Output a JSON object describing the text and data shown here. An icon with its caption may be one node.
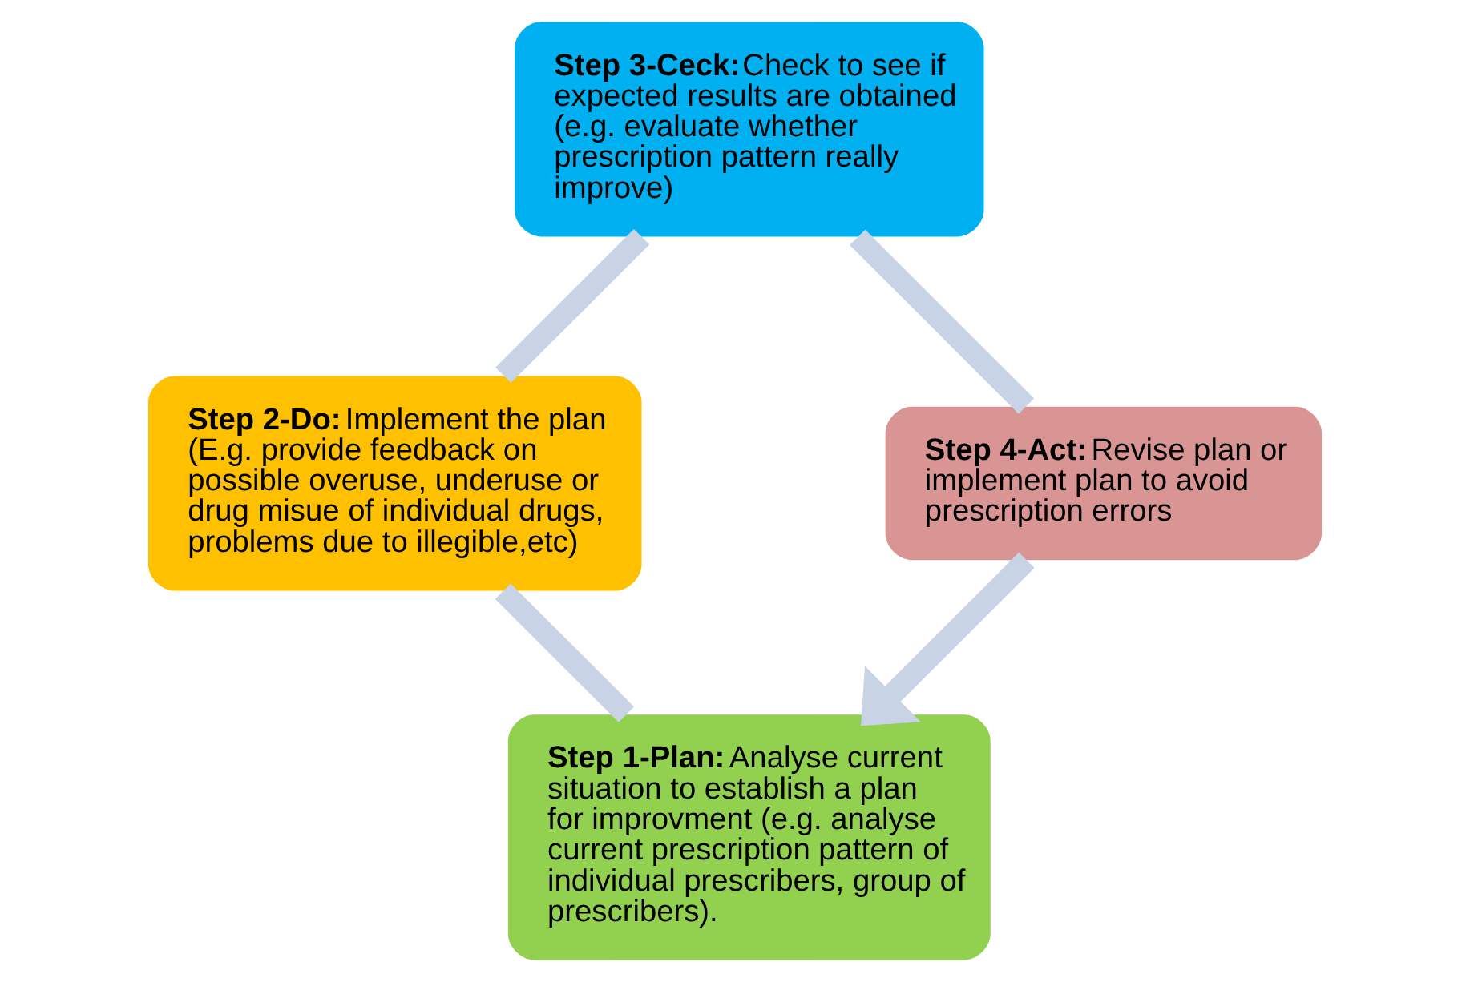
{
  "diagram": {
    "nodes": [
      {
        "text": [
          "Step 1-Plan:",
          "Analyse current situation to establish a plan for improvment (e.g. analyse current prescription pattern of individual prescribers, group of prescribers)."
        ]
      },
      {
        "text": [
          "Step 2-Do:",
          "Implement the plan (E.g. provide feedback on possible overuse, underuse or drug misue of individual drugs, problems due to illegible,etc)"
        ]
      },
      {
        "text": [
          "Step 3-Ceck:",
          "Check to see if expected results are obtained (e.g. evaluate whether prescription pattern really improve)"
        ]
      },
      {
        "text": [
          "Step 4-Act:",
          "Revise plan or implement plan to avoid prescription errors"
        ]
      }
    ],
    "edges": [
      {
        "from": 0,
        "to": 1,
        "arrow": "none"
      },
      {
        "from": 1,
        "to": 2,
        "arrow": "none"
      },
      {
        "from": 2,
        "to": 3,
        "arrow": "none"
      },
      {
        "from": 3,
        "to": 0,
        "arrow": "to"
      }
    ]
  }
}
